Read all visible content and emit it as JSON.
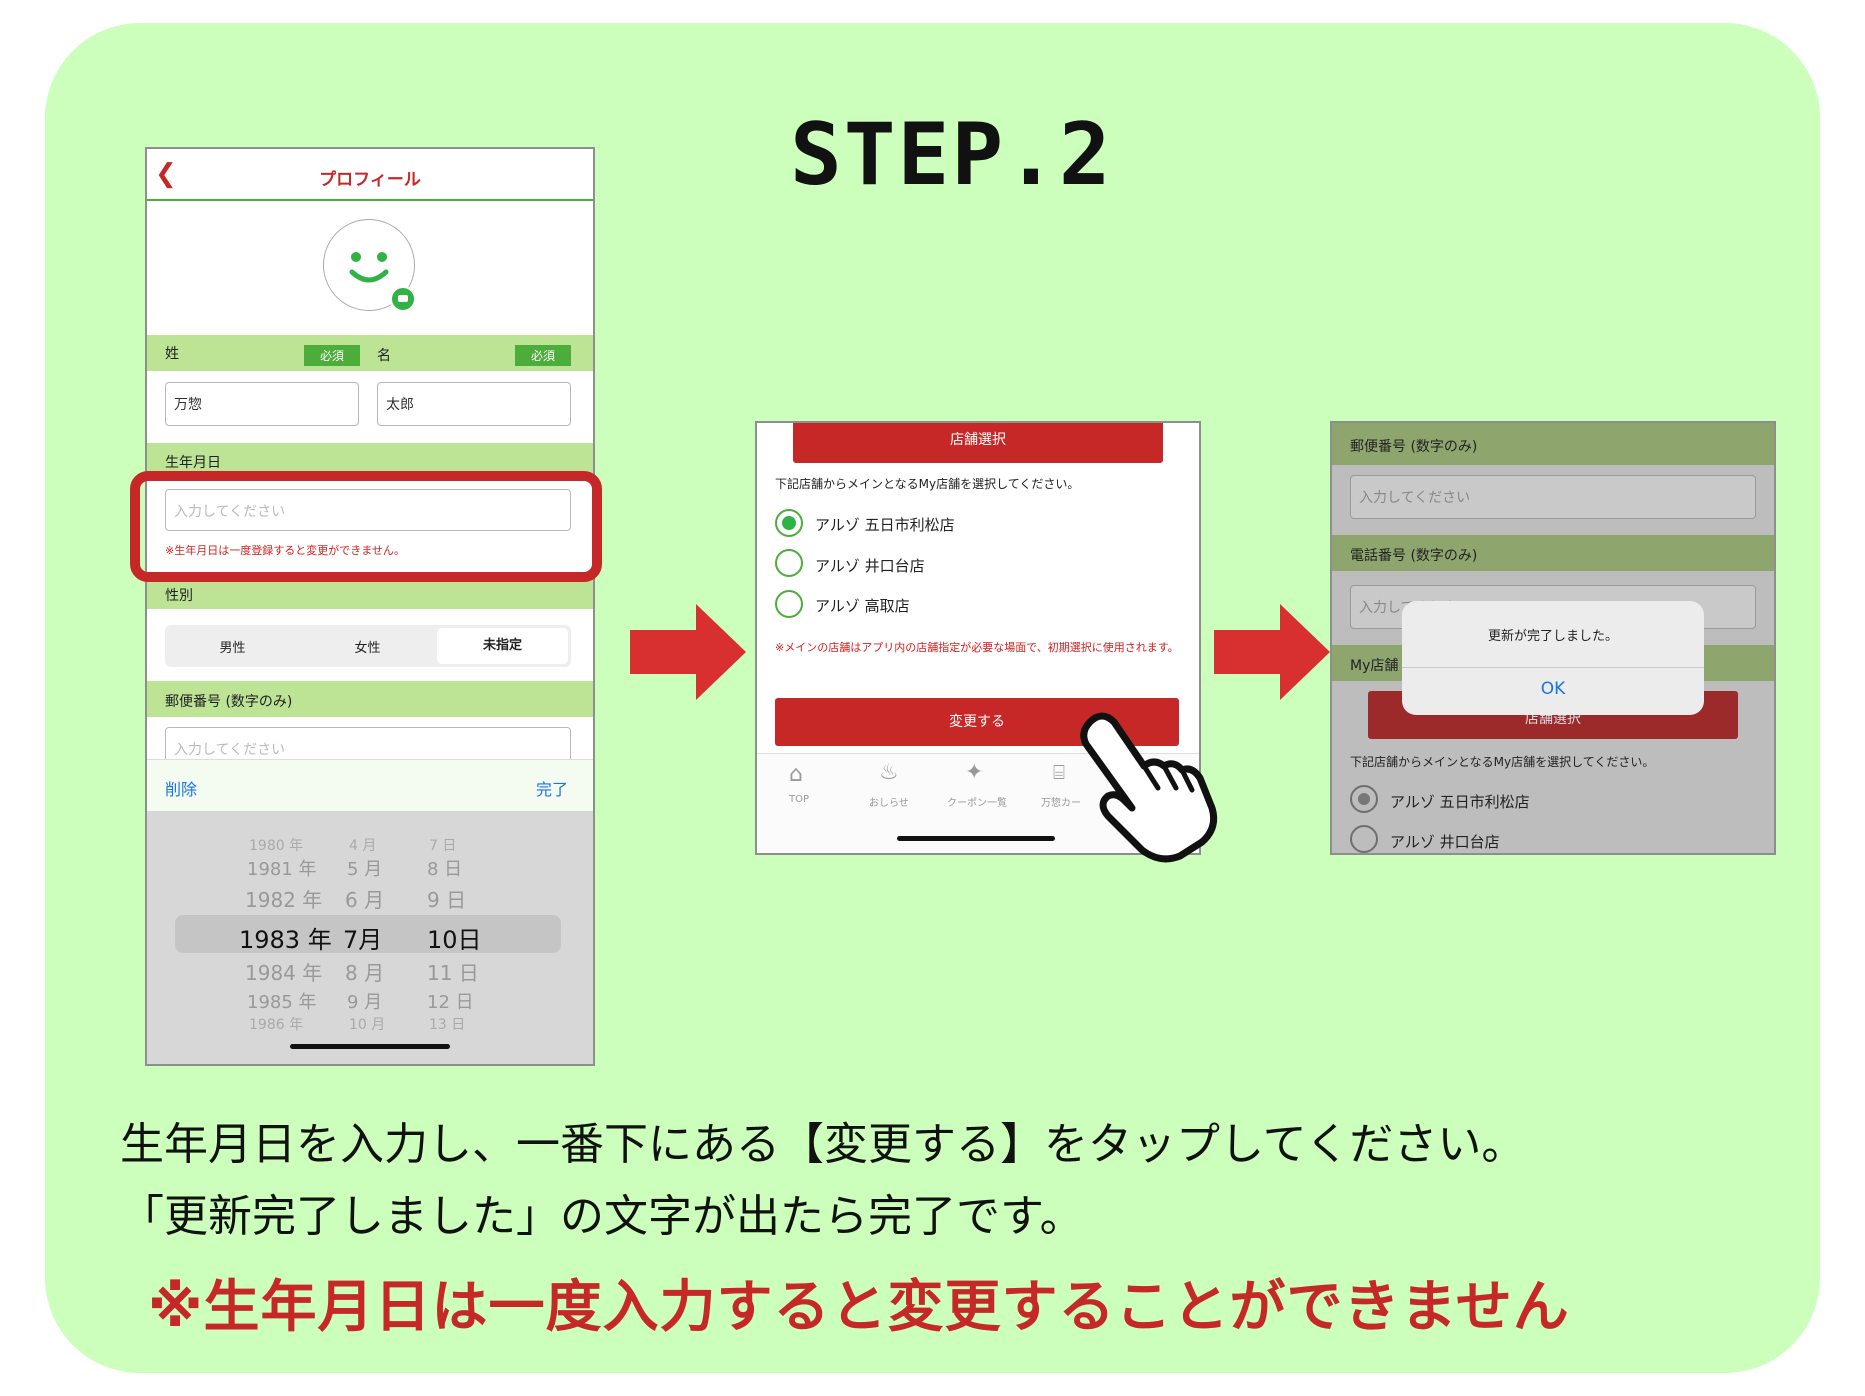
{
  "step_title": "STEP.2",
  "profile": {
    "header_title": "プロフィール",
    "last_name_label": "姓",
    "first_name_label": "名",
    "required_badge": "必須",
    "last_name_value": "万惣",
    "first_name_value": "太郎",
    "birthday_label": "生年月日",
    "birthday_placeholder": "入力してください",
    "birthday_note": "※生年月日は一度登録すると変更ができません。",
    "gender_label": "性別",
    "gender_options": [
      "男性",
      "女性",
      "未指定"
    ],
    "postal_label": "郵便番号 (数字のみ)",
    "postal_placeholder": "入力してください",
    "toolbar_delete": "削除",
    "toolbar_done": "完了",
    "picker_rows": [
      {
        "y": "1980 年",
        "m": "4 月",
        "d": "7 日"
      },
      {
        "y": "1981 年",
        "m": "5 月",
        "d": "8 日"
      },
      {
        "y": "1982 年",
        "m": "6 月",
        "d": "9 日"
      },
      {
        "y": "1983 年",
        "m": "7月",
        "d": "10日"
      },
      {
        "y": "1984 年",
        "m": "8 月",
        "d": "11 日"
      },
      {
        "y": "1985 年",
        "m": "9 月",
        "d": "12 日"
      },
      {
        "y": "1986 年",
        "m": "10 月",
        "d": "13 日"
      }
    ]
  },
  "store": {
    "header_button": "店舗選択",
    "instruction": "下記店舗からメインとなるMy店舗を選択してください。",
    "options": [
      "アルゾ 五日市利松店",
      "アルゾ 井口台店",
      "アルゾ 高取店"
    ],
    "note": "※メインの店舗はアプリ内の店舗指定が必要な場面で、初期選択に使用されます。",
    "change_button": "変更する",
    "tabs": [
      "TOP",
      "おしらせ",
      "クーポン一覧",
      "万惣カード"
    ]
  },
  "dialog_screen": {
    "postal_label": "郵便番号 (数字のみ)",
    "postal_placeholder": "入力してください",
    "phone_label": "電話番号 (数字のみ)",
    "phone_placeholder": "入力してください",
    "my_store_label": "My店舗",
    "store_button": "店舗選択",
    "instruction": "下記店舗からメインとなるMy店舗を選択してください。",
    "options": [
      "アルゾ 五日市利松店",
      "アルゾ 井口台店"
    ],
    "alert_message": "更新が完了しました。",
    "alert_ok": "OK"
  },
  "caption": {
    "line1": "生年月日を入力し、一番下にある【変更する】をタップしてください。",
    "line2": "「更新完了しました」の文字が出たら完了です。",
    "warning": "※生年月日は一度入力すると変更することができません"
  },
  "colors": {
    "panel": "#ccffbb",
    "accent_red": "#c62828",
    "accent_green": "#4cad3a"
  }
}
